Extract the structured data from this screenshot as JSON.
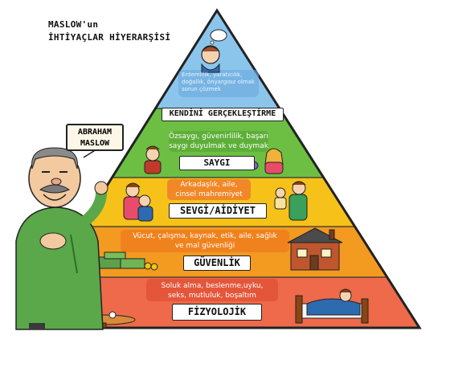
{
  "header": {
    "title_line1": "MASLOW'un",
    "title_line2": "İHTİYAÇLAR HİYERARŞİSİ"
  },
  "person_note": {
    "line1": "ABRAHAM",
    "line2": "MASLOW"
  },
  "levels": [
    {
      "name": "KENDİNİ GERÇEKLEŞTİRME",
      "description": "Erdemlilik, yaratıcılık, doğallık, önyargısız olmak sorun çözmek",
      "color": "#8cc5ec"
    },
    {
      "name": "SAYGI",
      "description_line1": "Özsaygı, güvenirlilik, başarı",
      "description_line2": "saygı duyulmak ve duymak",
      "color": "#6cbf43"
    },
    {
      "name": "SEVGİ/AİDİYET",
      "description_line1": "Arkadaşlık, aile,",
      "description_line2": "cinsel mahremiyet",
      "color": "#f6c21a"
    },
    {
      "name": "GÜVENLİK",
      "description_line1": "Vücut, çalışma, kaynak, etik, aile, sağlık",
      "description_line2": "ve mal güvenliği",
      "color": "#f39a21"
    },
    {
      "name": "FİZYOLOJİK",
      "description_line1": "Soluk alma, beslenme,uyku,",
      "description_line2": "seks, mutluluk, boşaltım",
      "color": "#ee6a4a"
    }
  ],
  "icons": {
    "portrait": "thinking-person-icon",
    "family": "family-icon",
    "house": "house-icon",
    "money": "money-icon",
    "bed": "bed-icon"
  }
}
